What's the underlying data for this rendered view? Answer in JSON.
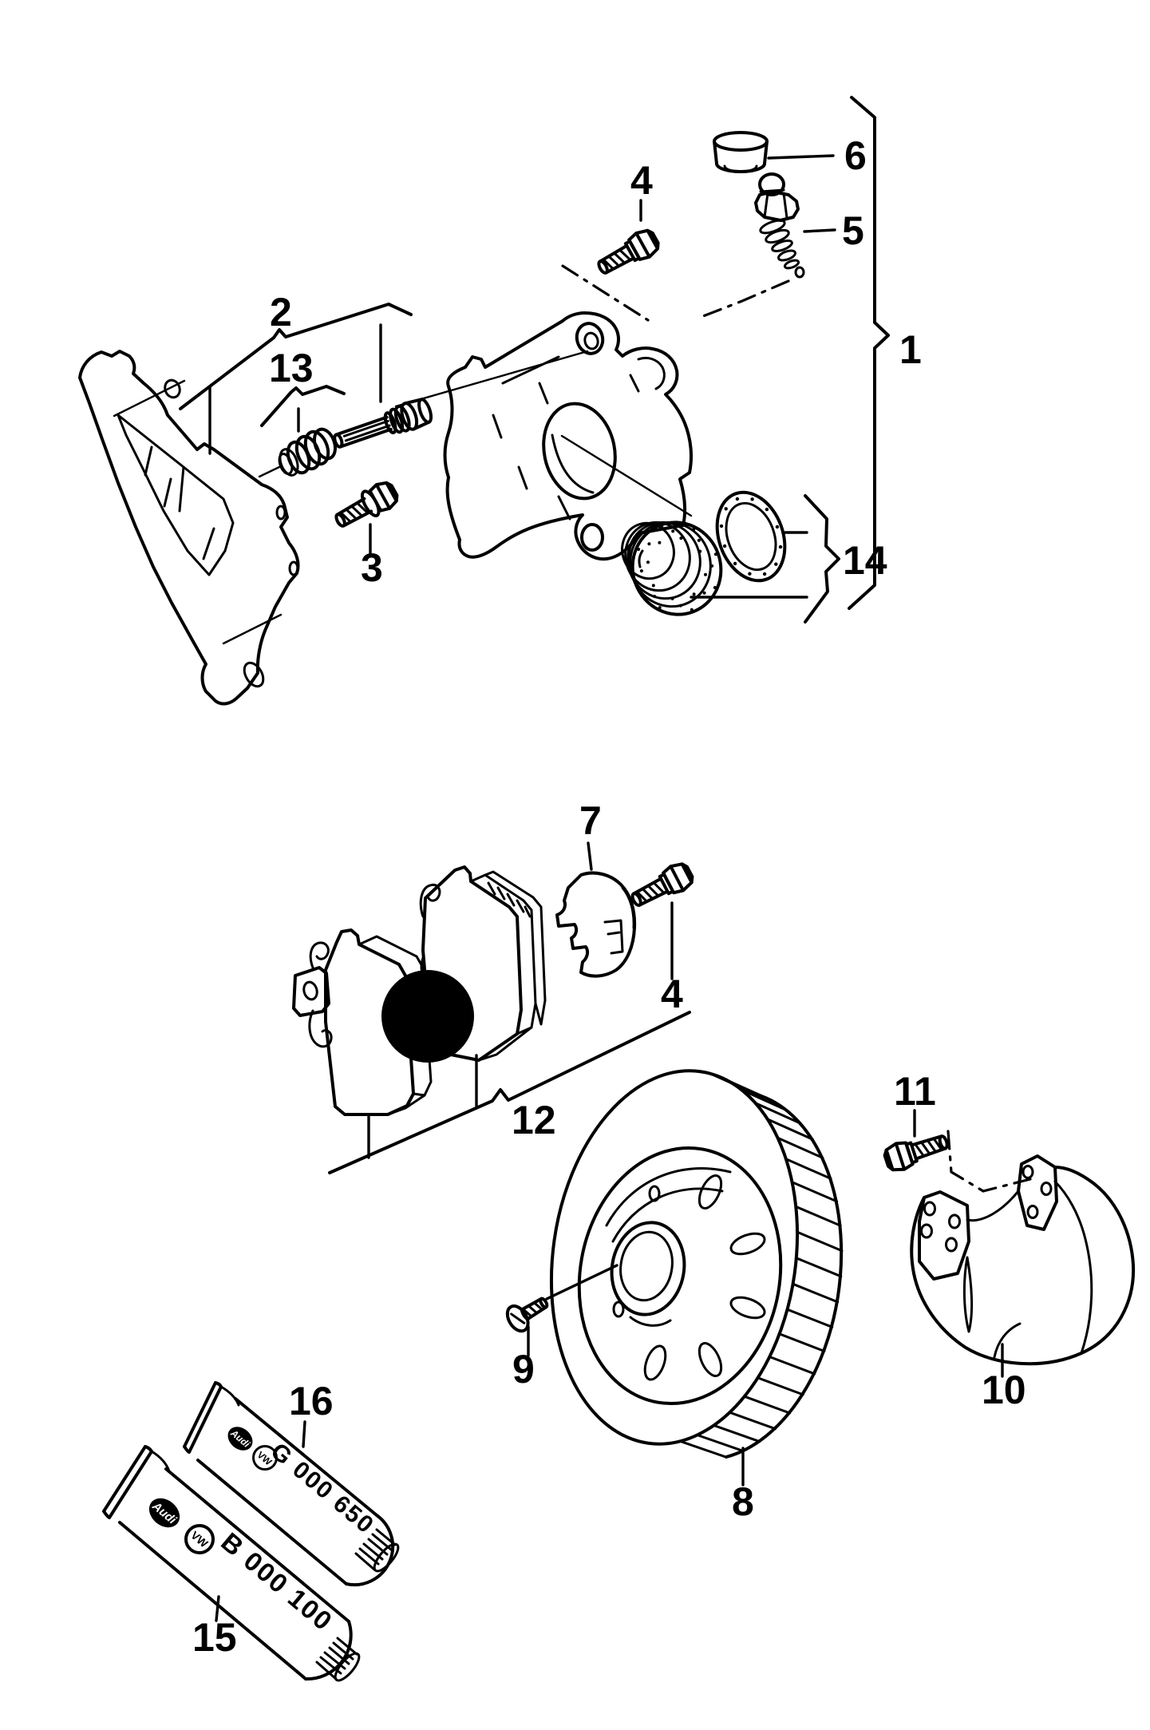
{
  "document": {
    "type": "exploded-parts-diagram",
    "subject": "front disc brake: caliper, carrier, pads, rotor, splash shield, lubricant tubes",
    "background_color": "#ffffff",
    "line_color": "#000000",
    "redaction_dot_color": "#000000"
  },
  "callouts": {
    "c1": {
      "label": "1"
    },
    "c2": {
      "label": "2"
    },
    "c3": {
      "label": "3"
    },
    "c4_top": {
      "label": "4"
    },
    "c4_mid": {
      "label": "4"
    },
    "c5": {
      "label": "5"
    },
    "c6": {
      "label": "6"
    },
    "c7": {
      "label": "7"
    },
    "c8": {
      "label": "8"
    },
    "c9": {
      "label": "9"
    },
    "c10": {
      "label": "10"
    },
    "c11": {
      "label": "11"
    },
    "c12": {
      "label": "12"
    },
    "c13": {
      "label": "13"
    },
    "c14": {
      "label": "14"
    },
    "c15": {
      "label": "15"
    },
    "c16": {
      "label": "16"
    }
  },
  "tubes": {
    "tube_16": {
      "brand": "Audi",
      "logo": "VW",
      "part_number": "G 000 650"
    },
    "tube_15": {
      "brand": "Audi",
      "logo": "VW",
      "part_number": "B 000 100"
    }
  }
}
